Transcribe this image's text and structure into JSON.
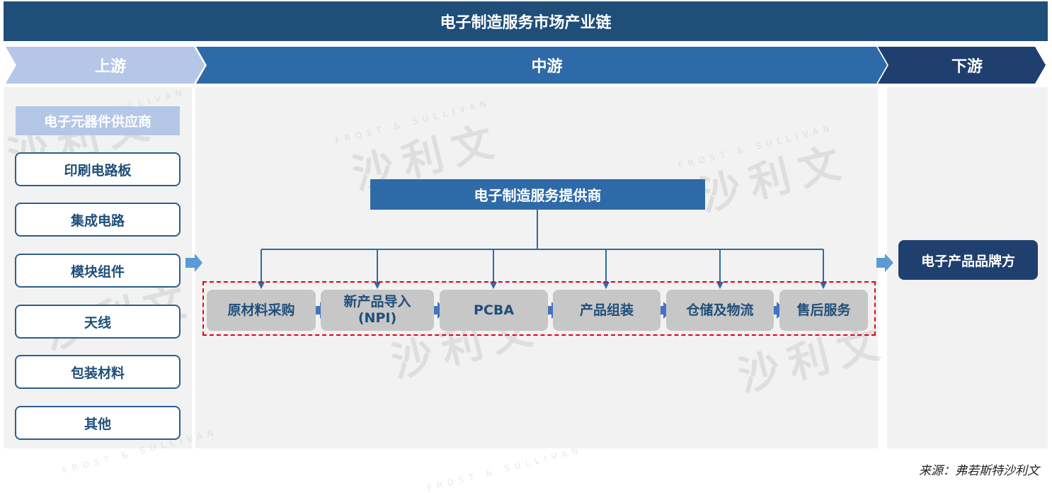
{
  "title": "电子制造服务市场产业链",
  "stages": {
    "upstream": "上游",
    "midstream": "中游",
    "downstream": "下游"
  },
  "upstream": {
    "category": "电子元器件供应商",
    "items": [
      "印刷电路板",
      "集成电路",
      "模块组件",
      "天线",
      "包装材料",
      "其他"
    ]
  },
  "midstream": {
    "provider": "电子制造服务提供商",
    "processes": [
      "原材料采购",
      "新产品导入\n(NPI)",
      "PCBA",
      "产品组装",
      "仓储及物流",
      "售后服务"
    ]
  },
  "downstream": {
    "brand": "电子产品品牌方"
  },
  "source": "来源：弗若斯特沙利文",
  "watermark": {
    "cn": "沙利文",
    "en": "FROST & SULLIVAN"
  },
  "colors": {
    "title_bg": "#1f4e79",
    "upstream_chevron": "#b4c7e7",
    "midstream_chevron": "#2e6aa8",
    "downstream_chevron": "#1f3f6e",
    "process_box": "#c7c7c7",
    "dashed_border": "#e60012",
    "arrow": "#4472c4"
  }
}
